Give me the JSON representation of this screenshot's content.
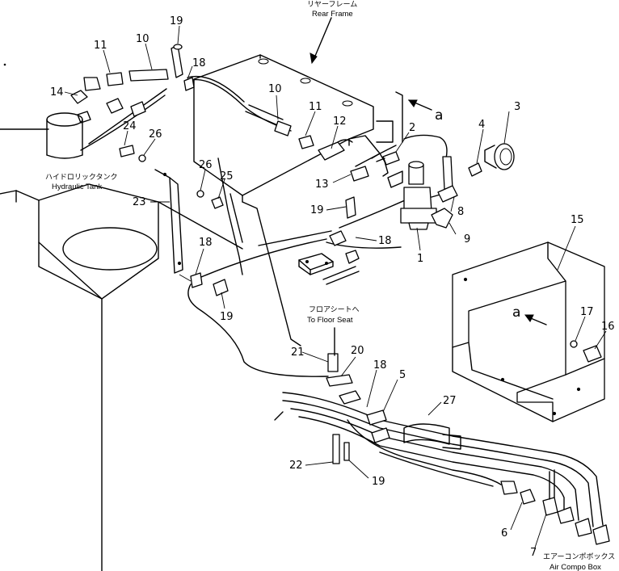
{
  "labels": {
    "rear_frame_jp": "リヤーフレーム",
    "rear_frame_en": "Rear Frame",
    "hydraulic_tank_jp": "ハイドロリックタンク",
    "hydraulic_tank_en": "Hydraulic Tank",
    "floor_seat_jp": "フロアシートへ",
    "floor_seat_en": "To Floor Seat",
    "air_compo_box_jp": "エアーコンポボックス",
    "air_compo_box_en": "Air Compo Box"
  },
  "view_marks": {
    "top": "a",
    "box": "a"
  },
  "callouts": {
    "c1": "1",
    "c2": "2",
    "c3": "3",
    "c4": "4",
    "c5": "5",
    "c6": "6",
    "c7": "7",
    "c8": "8",
    "c9": "9",
    "c10a": "10",
    "c10b": "10",
    "c11a": "11",
    "c11b": "11",
    "c12": "12",
    "c13": "13",
    "c14": "14",
    "c15": "15",
    "c16": "16",
    "c17": "17",
    "c18a": "18",
    "c18b": "18",
    "c18c": "18",
    "c18d": "18",
    "c19a": "19",
    "c19b": "19",
    "c19c": "19",
    "c19d": "19",
    "c20": "20",
    "c21": "21",
    "c22": "22",
    "c23": "23",
    "c24": "24",
    "c25": "25",
    "c26a": "26",
    "c26b": "26",
    "c27": "27"
  }
}
